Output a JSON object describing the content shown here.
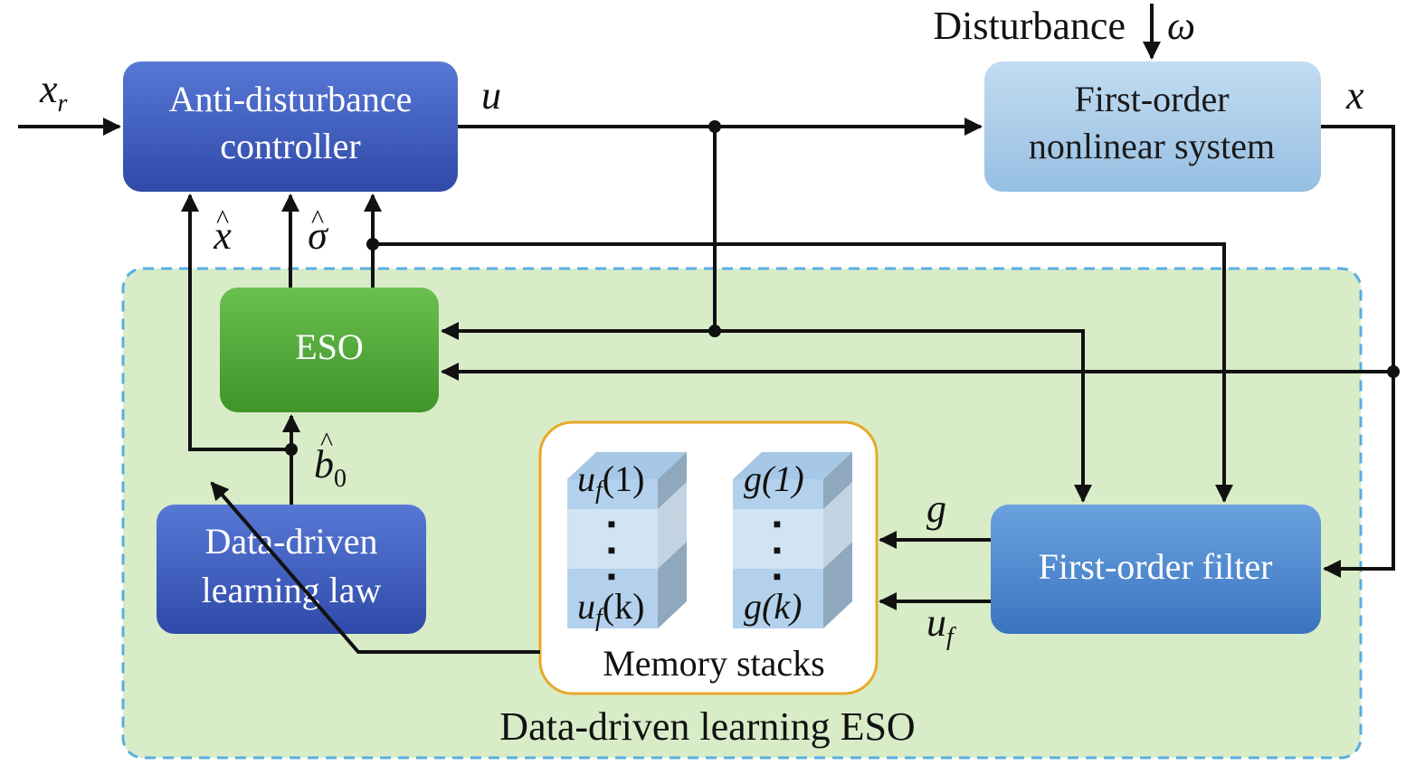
{
  "labels": {
    "disturbance": "Disturbance",
    "omega": "ω",
    "xr_main": "x",
    "xr_sub": "r",
    "u": "u",
    "x": "x",
    "xhat": "x",
    "sigmahat": "σ",
    "hat_mark": "^",
    "b0_main": "b",
    "b0_sub": "0",
    "g": "g",
    "uf_main": "u",
    "uf_sub": "f"
  },
  "blocks": {
    "controller": [
      "Anti-disturbance",
      "controller"
    ],
    "plant": [
      "First-order",
      "nonlinear system"
    ],
    "eso": "ESO",
    "learning_law": [
      "Data-driven",
      "learning law"
    ],
    "filter": "First-order filter",
    "memory": "Memory stacks",
    "region": "Data-driven learning ESO"
  },
  "stacks": {
    "uf_top_main": "u",
    "uf_top_sub": "f",
    "uf_top_arg": "(1)",
    "uf_bottom_main": "u",
    "uf_bottom_sub": "f",
    "uf_bottom_arg": "(k)",
    "g_top": "g(1)",
    "g_bottom": "g(k)",
    "dot": "■"
  },
  "colors": {
    "controller": "#3f5ec0",
    "plant": "#a9cbe8",
    "eso": "#4fa636",
    "learning_law": "#3f5ec0",
    "filter": "#4a86cf",
    "region_fill": "#d8ecc8",
    "region_border": "#5aaee0",
    "memory_border": "#e8a92a"
  }
}
